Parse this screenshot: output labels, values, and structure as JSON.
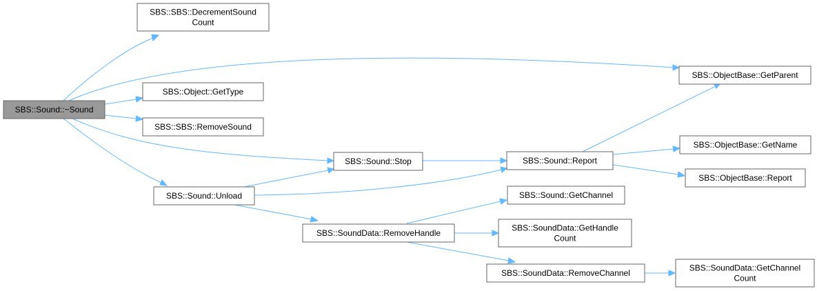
{
  "nodes": {
    "root": {
      "label": [
        "SBS::Sound::~Sound"
      ]
    },
    "decrement": {
      "label": [
        "SBS::SBS::DecrementSound",
        "Count"
      ]
    },
    "getparent": {
      "label": [
        "SBS::ObjectBase::GetParent"
      ]
    },
    "gettype": {
      "label": [
        "SBS::Object::GetType"
      ]
    },
    "removesound": {
      "label": [
        "SBS::SBS::RemoveSound"
      ]
    },
    "stop": {
      "label": [
        "SBS::Sound::Stop"
      ]
    },
    "report": {
      "label": [
        "SBS::Sound::Report"
      ]
    },
    "getname": {
      "label": [
        "SBS::ObjectBase::GetName"
      ]
    },
    "objreport": {
      "label": [
        "SBS::ObjectBase::Report"
      ]
    },
    "unload": {
      "label": [
        "SBS::Sound::Unload"
      ]
    },
    "getchannel": {
      "label": [
        "SBS::Sound::GetChannel"
      ]
    },
    "removehandle": {
      "label": [
        "SBS::SoundData::RemoveHandle"
      ]
    },
    "gethandlecount": {
      "label": [
        "SBS::SoundData::GetHandle",
        "Count"
      ]
    },
    "removechannel": {
      "label": [
        "SBS::SoundData::RemoveChannel"
      ]
    },
    "getchannelcount": {
      "label": [
        "SBS::SoundData::GetChannel",
        "Count"
      ]
    }
  },
  "edges": [
    {
      "from": "root",
      "to": "decrement"
    },
    {
      "from": "root",
      "to": "getparent"
    },
    {
      "from": "root",
      "to": "gettype"
    },
    {
      "from": "root",
      "to": "removesound"
    },
    {
      "from": "root",
      "to": "stop"
    },
    {
      "from": "root",
      "to": "unload"
    },
    {
      "from": "stop",
      "to": "report"
    },
    {
      "from": "report",
      "to": "getparent"
    },
    {
      "from": "report",
      "to": "getname"
    },
    {
      "from": "report",
      "to": "objreport"
    },
    {
      "from": "unload",
      "to": "stop"
    },
    {
      "from": "unload",
      "to": "report"
    },
    {
      "from": "unload",
      "to": "removehandle"
    },
    {
      "from": "removehandle",
      "to": "getchannel"
    },
    {
      "from": "removehandle",
      "to": "gethandlecount"
    },
    {
      "from": "removehandle",
      "to": "removechannel"
    },
    {
      "from": "removechannel",
      "to": "getchannelcount"
    }
  ],
  "colors": {
    "edge": "#63b8ff",
    "node_border": "#666666",
    "root_fill": "#999999",
    "node_fill": "#ffffff"
  }
}
